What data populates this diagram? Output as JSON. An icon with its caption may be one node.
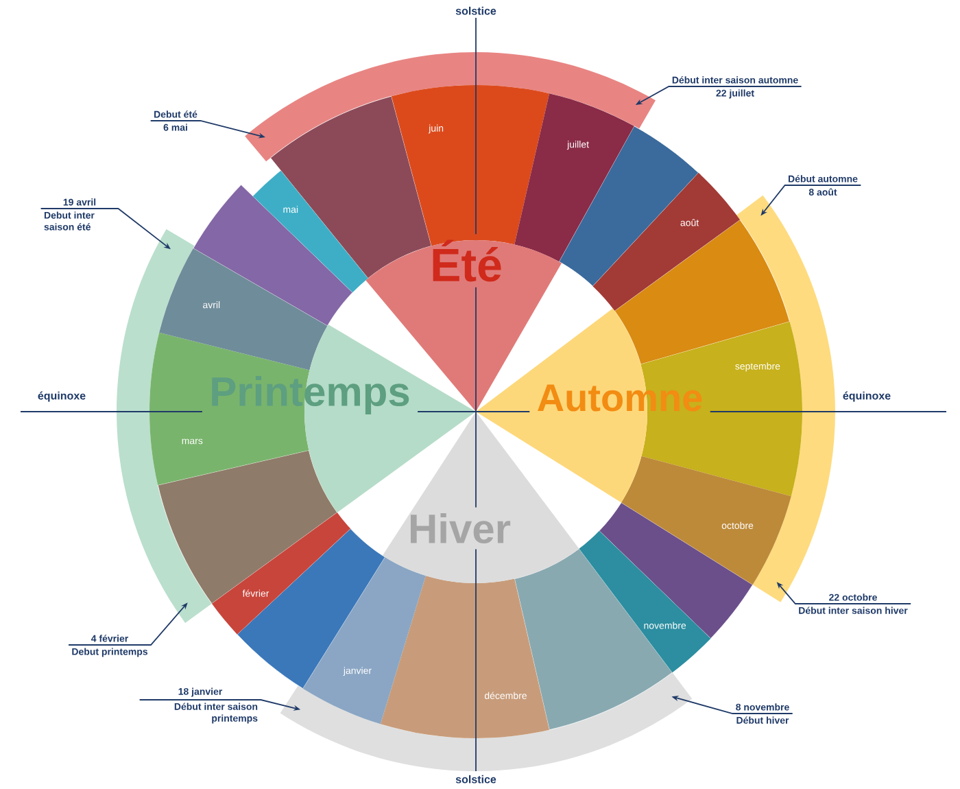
{
  "diagram": {
    "nodes": [
      {
        "text": [
          "Été"
        ]
      },
      {
        "text": [
          "Printemps"
        ]
      },
      {
        "text": [
          "Automne"
        ]
      },
      {
        "text": [
          "Hiver"
        ]
      },
      {
        "text": [
          "juin"
        ]
      },
      {
        "text": [
          "juillet"
        ]
      },
      {
        "text": [],
        "shape": "sector"
      },
      {
        "text": [
          "août"
        ]
      },
      {
        "text": [],
        "shape": "sector"
      },
      {
        "text": [
          "septembre"
        ]
      },
      {
        "text": [
          "octobre"
        ]
      },
      {
        "text": [],
        "shape": "sector"
      },
      {
        "text": [
          "novembre"
        ]
      },
      {
        "text": [],
        "shape": "sector"
      },
      {
        "text": [
          "décembre"
        ]
      },
      {
        "text": [
          "janvier"
        ]
      },
      {
        "text": [],
        "shape": "sector"
      },
      {
        "text": [
          "février"
        ]
      },
      {
        "text": [],
        "shape": "sector"
      },
      {
        "text": [
          "mars"
        ]
      },
      {
        "text": [
          "avril"
        ]
      },
      {
        "text": [],
        "shape": "sector"
      },
      {
        "text": [
          "mai"
        ]
      },
      {
        "text": [],
        "shape": "sector"
      },
      {
        "text": [
          "Debut été",
          "6 mai"
        ]
      },
      {
        "text": [
          "19 avril",
          "Debut inter saison été"
        ]
      },
      {
        "text": [
          "Début inter saison automne",
          "22 juillet"
        ]
      },
      {
        "text": [
          "Début automne",
          "8 août"
        ]
      },
      {
        "text": [
          "22 octobre",
          "Début inter saison hiver"
        ]
      },
      {
        "text": [
          "8 novembre",
          "Début hiver"
        ]
      },
      {
        "text": [
          "18 janvier",
          "Début inter saison printemps"
        ]
      },
      {
        "text": [
          "4 février",
          "Debut printemps"
        ]
      },
      {
        "text": [],
        "shape": "band"
      },
      {
        "text": [],
        "shape": "band"
      },
      {
        "text": [],
        "shape": "band"
      },
      {
        "text": [],
        "shape": "band"
      }
    ],
    "edges": [
      {
        "from": 24,
        "to": 32,
        "arrow": "to"
      },
      {
        "from": 25,
        "to": 33,
        "arrow": "to"
      },
      {
        "from": 26,
        "to": 32,
        "arrow": "to"
      },
      {
        "from": 27,
        "to": 34,
        "arrow": "to"
      },
      {
        "from": 28,
        "to": 34,
        "arrow": "to"
      },
      {
        "from": 29,
        "to": 35,
        "arrow": "to"
      },
      {
        "from": 30,
        "to": 35,
        "arrow": "to"
      },
      {
        "from": 31,
        "to": 33,
        "arrow": "to"
      }
    ],
    "labels": [
      "solstice",
      "équinoxe",
      "équinoxe",
      "solstice"
    ]
  }
}
